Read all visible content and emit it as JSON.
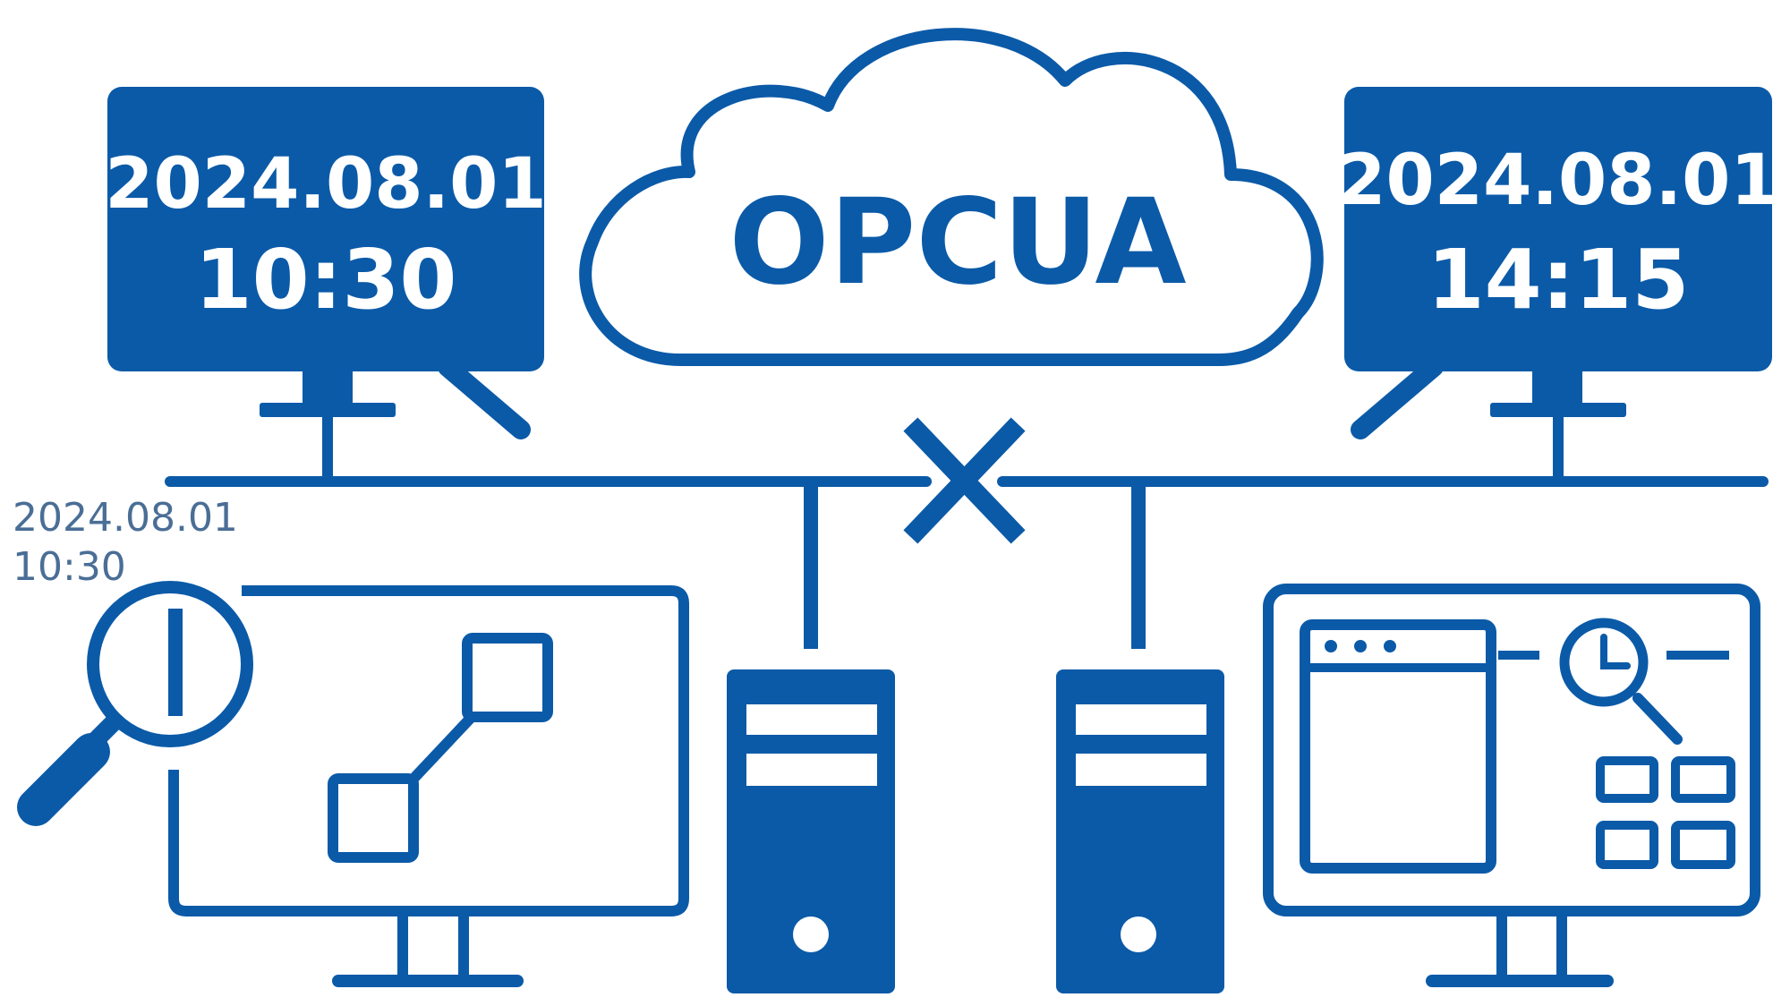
{
  "colors": {
    "primary": "#0b5aa8",
    "background": "#ffffff",
    "side_label": "#4a6e96"
  },
  "cloud": {
    "label": "OPCUA"
  },
  "left_monitor": {
    "date": "2024.08.01",
    "time": "10:30"
  },
  "right_monitor": {
    "date": "2024.08.01",
    "time": "14:15"
  },
  "side_label": {
    "date": "2024.08.01",
    "time": "10:30"
  },
  "icons": {
    "disconnect": "x-icon",
    "search": "magnifier-icon",
    "graph": "node-graph-icon",
    "clock_search": "clock-search-icon",
    "servers": "server-tower-icon"
  }
}
